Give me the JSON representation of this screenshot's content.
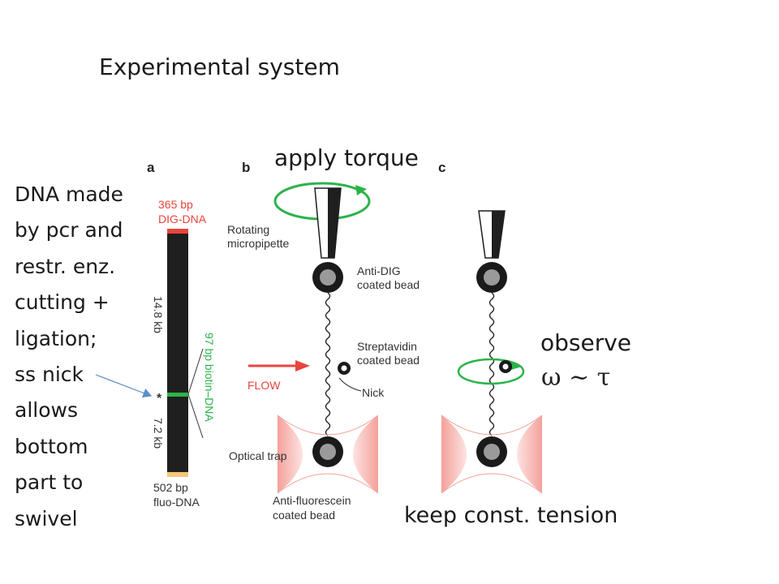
{
  "slide": {
    "title": "Experimental system",
    "apply_label": "apply torque",
    "observe_label": "observe",
    "omega_relation": "ω ~ τ",
    "keep_label": "keep const. tension",
    "description_lines": [
      "DNA made",
      "by pcr and",
      "restr. enz.",
      "cutting +",
      "ligation;",
      "ss nick",
      "allows",
      "bottom",
      "part to",
      "swivel"
    ]
  },
  "figure": {
    "panel_a": {
      "letter": "a",
      "top_label_1": "365 bp",
      "top_label_2": "DIG-DNA",
      "length_upper": "14.8 kb",
      "length_lower": "7.2 kb",
      "biotin_label": "97 bp biotin–DNA",
      "nick_marker": "*",
      "bottom_label_1": "502 bp",
      "bottom_label_2": "fluo-DNA"
    },
    "panel_b": {
      "letter": "b",
      "pipette_label_1": "Rotating",
      "pipette_label_2": "micropipette",
      "top_bead_label_1": "Anti-DIG",
      "top_bead_label_2": "coated bead",
      "mid_bead_label_1": "Streptavidin",
      "mid_bead_label_2": "coated bead",
      "nick_label": "Nick",
      "flow_label": "FLOW",
      "trap_label": "Optical trap",
      "bottom_bead_label_1": "Anti-fluorescein",
      "bottom_bead_label_2": "coated bead"
    },
    "panel_c": {
      "letter": "c"
    }
  },
  "colors": {
    "green": "#2db34a",
    "red": "#e8453c",
    "trap_red": "#ef8a84",
    "dna": "#1f1f1f",
    "bead_outer": "#1a1a1a",
    "bead_inner": "#9a9a9a",
    "arrow_blue": "#5b8ec7"
  }
}
